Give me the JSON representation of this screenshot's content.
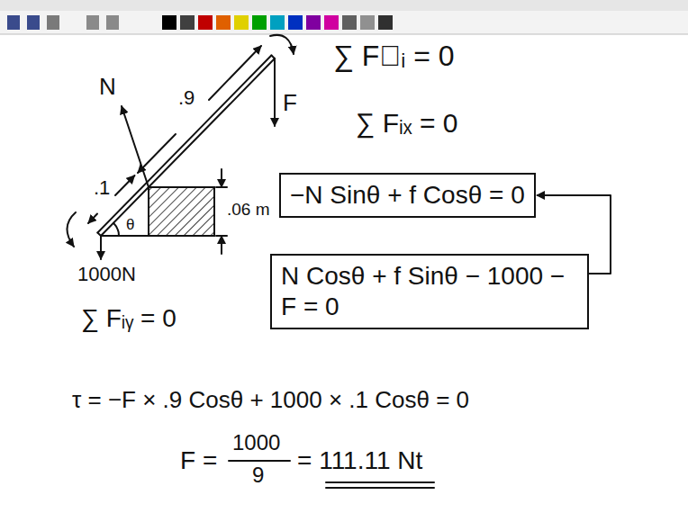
{
  "diagram": {
    "nodes": [
      {
        "text": [
          "−N Sinθ + f Cosθ = 0"
        ]
      },
      {
        "text": [
          "N Cosθ + f Sinθ − 1000 − F = 0"
        ]
      }
    ],
    "edges": [
      {
        "from": 1,
        "to": 0,
        "arrow": "to"
      }
    ],
    "labels": [
      "N",
      ".1",
      ".9",
      "F",
      "θ",
      ".06 m",
      "1000N",
      "∑ F⃗ᵢ = 0",
      "∑ Fᵢₓ = 0",
      "∑ Fᵢᵧ = 0",
      "τ = −F × .9 Cosθ + 1000 × .1 Cosθ = 0",
      "F =",
      "1000",
      "9",
      "= 111.11 Nt"
    ]
  }
}
